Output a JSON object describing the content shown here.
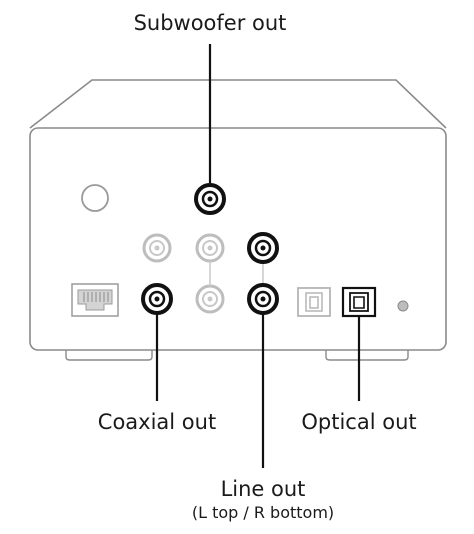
{
  "labels": {
    "subwoofer_out": "Subwoofer out",
    "coaxial_out": "Coaxial out",
    "optical_out": "Optical out",
    "line_out": "Line out",
    "line_out_sub": "(L top / R bottom)"
  },
  "colors": {
    "outline": "#7a7a7a",
    "panel": "#ffffff",
    "text": "#1a1a1a",
    "active_jack": "#111111",
    "inactive_jack": "#bdbdbd",
    "leader_line": "#111111"
  }
}
